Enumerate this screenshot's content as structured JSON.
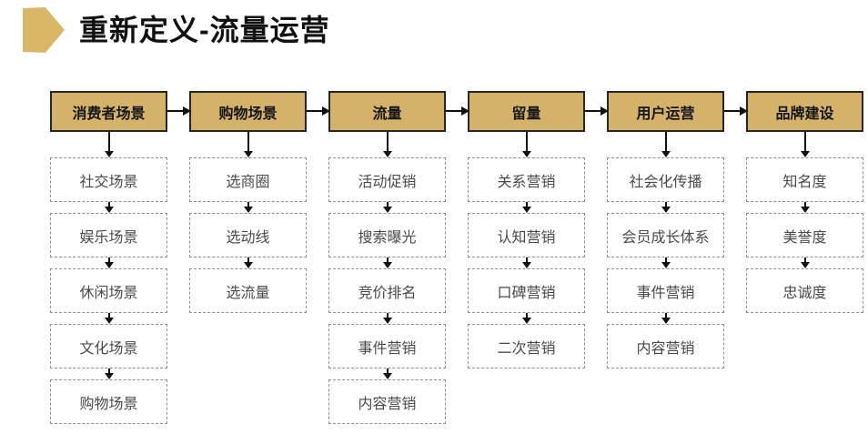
{
  "title": {
    "text": "重新定义-流量运营"
  },
  "colors": {
    "title_color": "#111111",
    "bullet_color": "#d9b766",
    "header_fill": "#d5b269",
    "header_border": "#262626",
    "item_border": "#8e8e8e",
    "item_text": "#4a4a4a",
    "arrow": "#111111"
  },
  "columns": [
    {
      "header": "消费者场景",
      "items": [
        "社交场景",
        "娱乐场景",
        "休闲场景",
        "文化场景",
        "购物场景"
      ]
    },
    {
      "header": "购物场景",
      "items": [
        "选商圈",
        "选动线",
        "选流量"
      ]
    },
    {
      "header": "流量",
      "items": [
        "活动促销",
        "搜索曝光",
        "竞价排名",
        "事件营销",
        "内容营销"
      ]
    },
    {
      "header": "留量",
      "items": [
        "关系营销",
        "认知营销",
        "口碑营销",
        "二次营销"
      ]
    },
    {
      "header": "用户运营",
      "items": [
        "社会化传播",
        "会员成长体系",
        "事件营销",
        "内容营销"
      ]
    },
    {
      "header": "品牌建设",
      "items": [
        "知名度",
        "美誉度",
        "忠诚度"
      ]
    }
  ]
}
